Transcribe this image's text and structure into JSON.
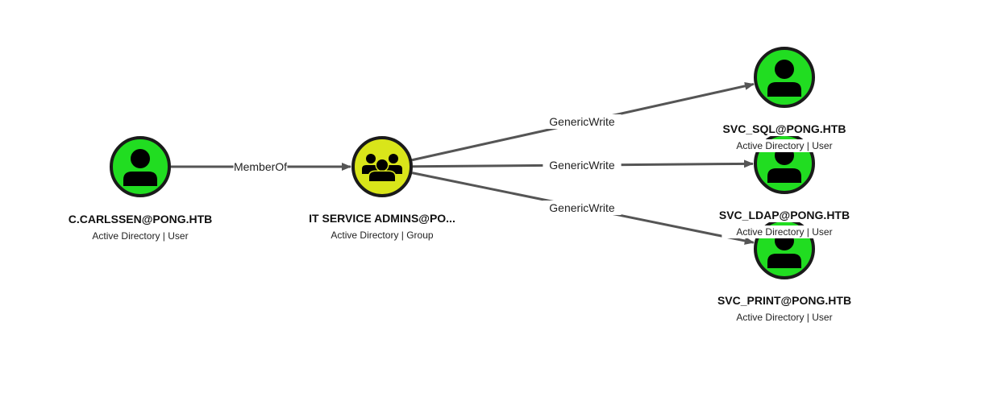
{
  "graph": {
    "colors": {
      "user_node": "#21dd21",
      "group_node": "#d9e51a",
      "edge": "#555555",
      "outline": "#1a1a1a"
    },
    "nodes": [
      {
        "id": "ccarlssen",
        "kind": "user",
        "icon": "user-icon",
        "name": "C.CARLSSEN@PONG.HTB",
        "subtitle": "Active Directory | User"
      },
      {
        "id": "itadmins",
        "kind": "group",
        "icon": "group-icon",
        "name": "IT SERVICE ADMINS@PO...",
        "subtitle": "Active Directory | Group"
      },
      {
        "id": "svc_sql",
        "kind": "user",
        "icon": "user-icon",
        "name": "SVC_SQL@PONG.HTB",
        "subtitle": "Active Directory | User"
      },
      {
        "id": "svc_ldap",
        "kind": "user",
        "icon": "user-icon",
        "name": "SVC_LDAP@PONG.HTB",
        "subtitle": "Active Directory | User"
      },
      {
        "id": "svc_print",
        "kind": "user",
        "icon": "user-icon",
        "name": "SVC_PRINT@PONG.HTB",
        "subtitle": "Active Directory | User"
      }
    ],
    "edges": [
      {
        "from": "ccarlssen",
        "to": "itadmins",
        "label": "MemberOf"
      },
      {
        "from": "itadmins",
        "to": "svc_sql",
        "label": "GenericWrite"
      },
      {
        "from": "itadmins",
        "to": "svc_ldap",
        "label": "GenericWrite"
      },
      {
        "from": "itadmins",
        "to": "svc_print",
        "label": "GenericWrite"
      }
    ]
  }
}
